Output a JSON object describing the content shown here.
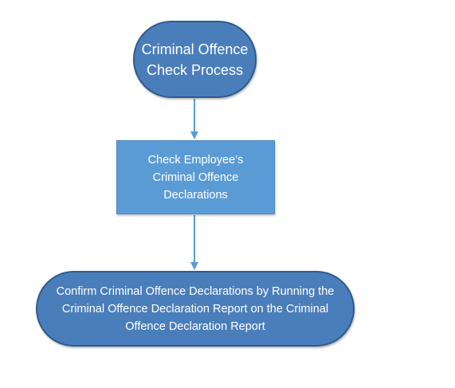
{
  "diagram": {
    "start_node": {
      "text": "Criminal Offence Check Process"
    },
    "process_node": {
      "text": "Check Employee’s Criminal Offence Declarations"
    },
    "end_node": {
      "text": "Confirm Criminal Offence Declarations by Running the Criminal Offence Declaration Report on the Criminal Offence Declaration Report"
    },
    "colors": {
      "terminal_fill": "#4a7ebb",
      "process_fill": "#5b9bd5",
      "connector": "#5b9bd5",
      "text": "#ffffff"
    }
  }
}
